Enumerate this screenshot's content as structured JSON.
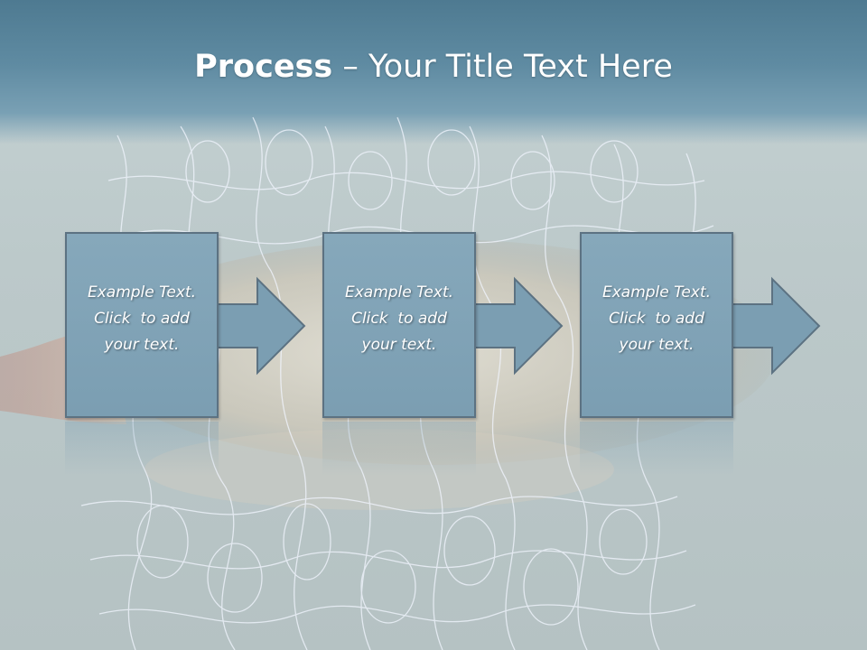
{
  "slide": {
    "title_bold": "Process",
    "title_rest": " – Your Title Text Here"
  },
  "steps": [
    {
      "line1": "Example Text.",
      "line2": "Click  to add",
      "line3": "your text."
    },
    {
      "line1": "Example Text.",
      "line2": "Click  to add",
      "line3": "your text."
    },
    {
      "line1": "Example Text.",
      "line2": "Click  to add",
      "line3": "your text."
    }
  ],
  "colors": {
    "banner": "#5f8ba2",
    "box_fill": "#7b9eb2",
    "box_border": "#5c7282"
  }
}
